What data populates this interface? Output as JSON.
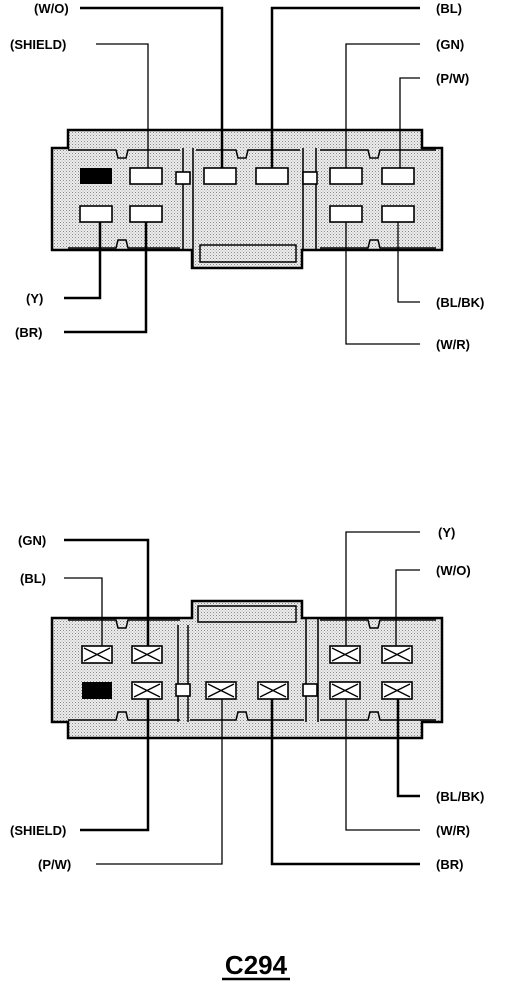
{
  "top_view": {
    "left_labels": [
      "(W/O)",
      "(SHIELD)",
      "(Y)",
      "(BR)"
    ],
    "right_labels": [
      "(BL)",
      "(GN)",
      "(P/W)",
      "(BL/BK)",
      "(W/R)"
    ]
  },
  "bottom_view": {
    "left_labels": [
      "(GN)",
      "(BL)",
      "(SHIELD)",
      "(P/W)"
    ],
    "right_labels": [
      "(Y)",
      "(W/O)",
      "(BL/BK)",
      "(W/R)",
      "(BR)"
    ]
  },
  "title": "C294"
}
